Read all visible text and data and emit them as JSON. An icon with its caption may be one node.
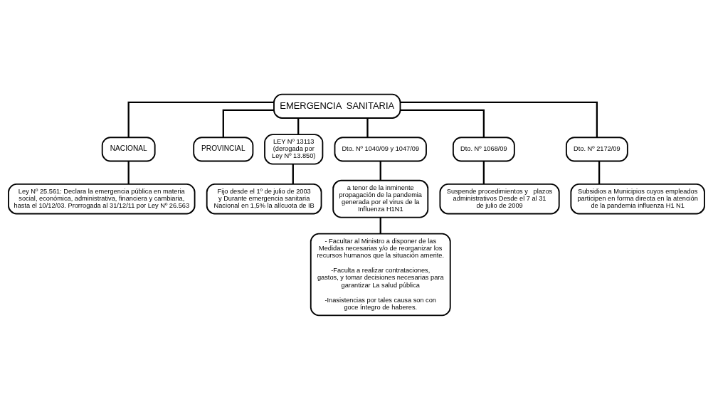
{
  "diagram": {
    "nodes": [
      {
        "text": [
          "EMERGENCIA  SANITARIA"
        ]
      },
      {
        "text": [
          "NACIONAL"
        ]
      },
      {
        "text": [
          "PROVINCIAL"
        ]
      },
      {
        "text": [
          "Ley Nº 25.561: Declara la emergencia pública en materia social, económica, administrativa, financiera y cambiaria, hasta el 10/12/03. Prorrogada al 31/12/11 por Ley Nº 26.563"
        ]
      },
      {
        "text": [
          "LEY Nº 13113 (derogada por Ley Nº 13.850)"
        ]
      },
      {
        "text": [
          "Dto. Nº 1040/09 y 1047/09"
        ]
      },
      {
        "text": [
          "Dto. Nº 1068/09"
        ]
      },
      {
        "text": [
          "Dto. Nº 2172/09"
        ]
      },
      {
        "text": [
          "Fijo desde el 1º de julio de 2003 y Durante emergencia sanitaria Nacional en 1,5% la alícuota de IB"
        ]
      },
      {
        "text": [
          "a tenor de la inminente propagación de la pandemia generada por el virus de la Influenza H1N1"
        ]
      },
      {
        "text": [
          "Suspende procedimientos y   plazos administrativos Desde el 7 al 31 de julio de 2009"
        ]
      },
      {
        "text": [
          "- Facultar al Ministro a disponer de las Medidas necesarias y/o de reorganizar los recursos humanos que la situación amerite.",
          "-Faculta a realizar contrataciones, gastos, y tomar decisiones necesarias para garantizar La salud pública",
          "-Inasistencias por tales causa son con goce íntegro de haberes."
        ]
      },
      {
        "text": [
          "Subsidios a Municipios cuyos empleados participen en forma directa en la atención de la pandemia influenza H1 N1"
        ]
      }
    ],
    "edges": [
      {
        "from": 0,
        "to": 1,
        "arrow": "none"
      },
      {
        "from": 0,
        "to": 2,
        "arrow": "none"
      },
      {
        "from": 1,
        "to": 3,
        "arrow": "none"
      },
      {
        "from": 0,
        "to": 4,
        "arrow": "none"
      },
      {
        "from": 0,
        "to": 5,
        "arrow": "none"
      },
      {
        "from": 0,
        "to": 6,
        "arrow": "none"
      },
      {
        "from": 0,
        "to": 7,
        "arrow": "none"
      },
      {
        "from": 4,
        "to": 8,
        "arrow": "none"
      },
      {
        "from": 5,
        "to": 9,
        "arrow": "none"
      },
      {
        "from": 9,
        "to": 11,
        "arrow": "none"
      },
      {
        "from": 6,
        "to": 10,
        "arrow": "none"
      },
      {
        "from": 7,
        "to": 12,
        "arrow": "none"
      }
    ]
  }
}
